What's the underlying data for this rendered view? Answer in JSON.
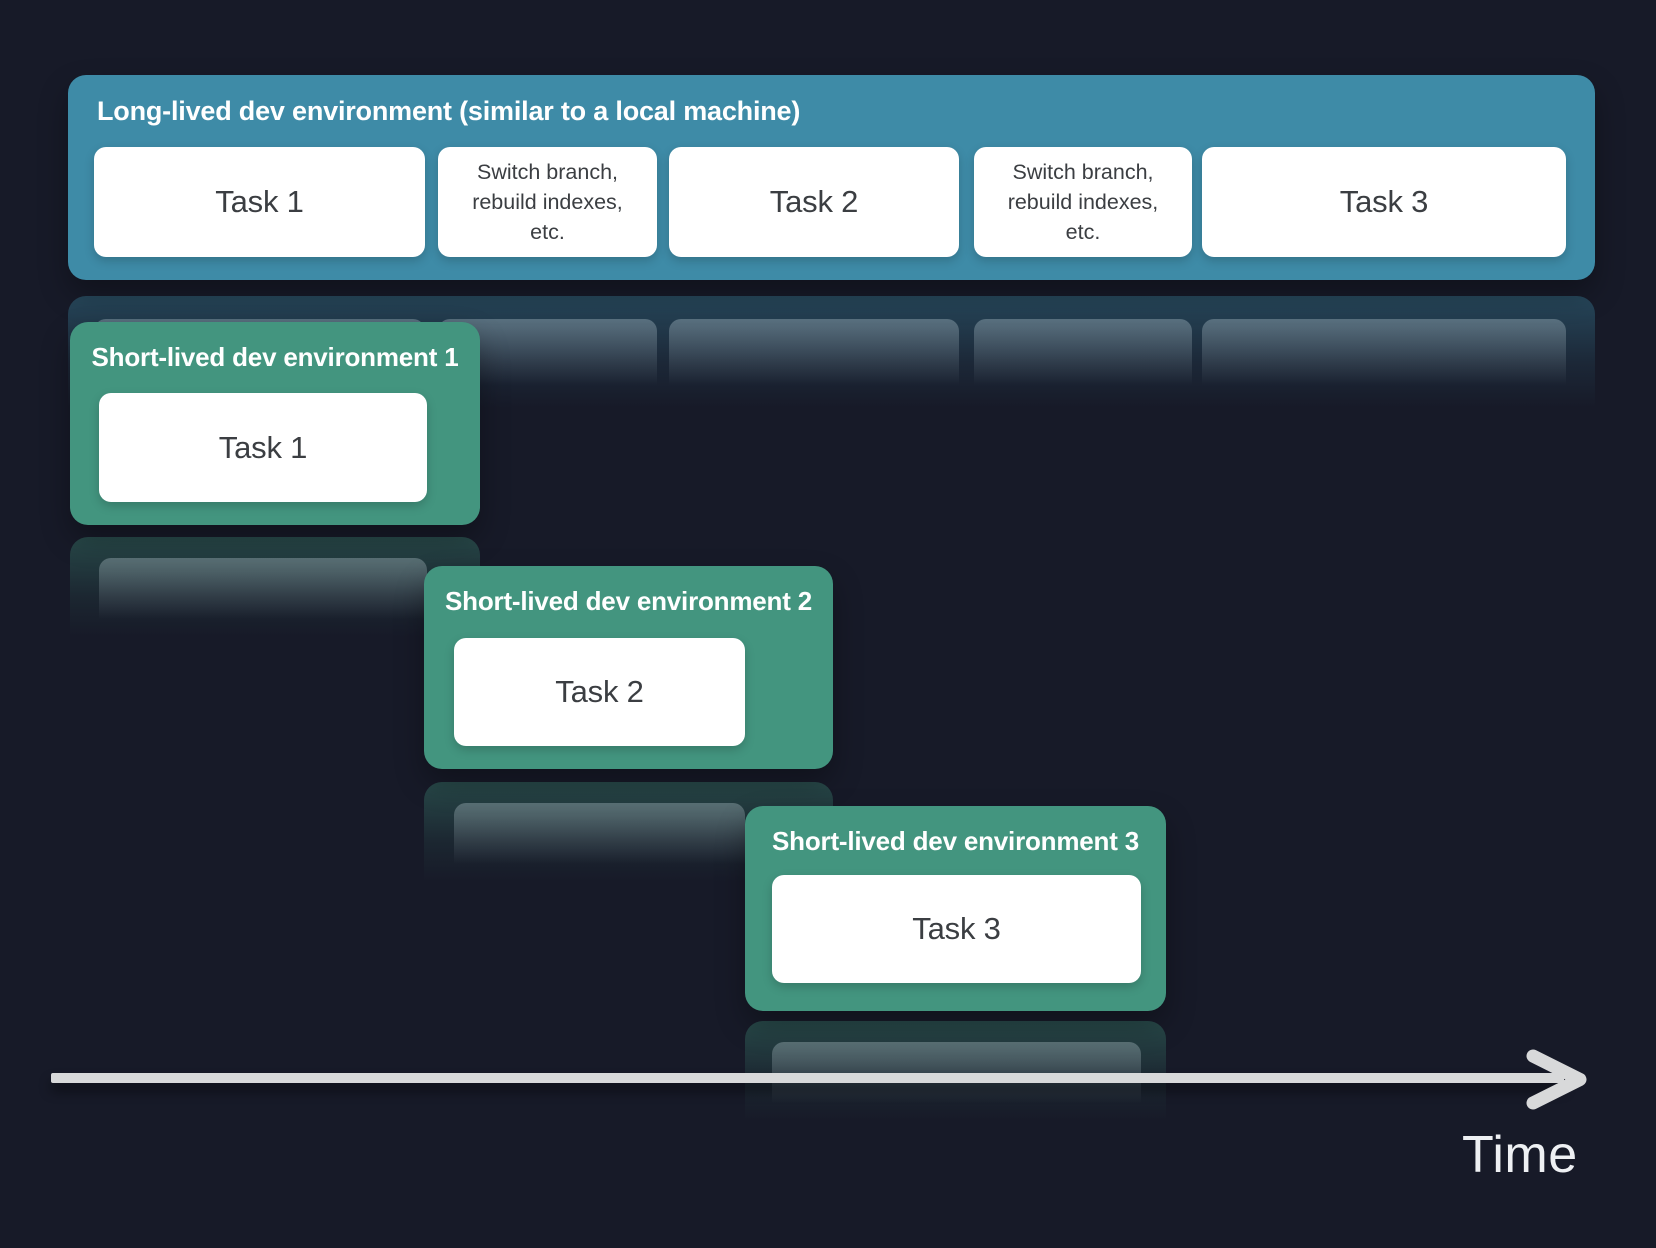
{
  "colors": {
    "background": "#171a28",
    "long_env_fill": "#3e8ba7",
    "short_env_fill": "#43957f",
    "card_fill": "#ffffff",
    "card_text": "#3b3e42",
    "title_text": "#ffffff",
    "arrow": "#d8d9da"
  },
  "long_env": {
    "title": "Long-lived dev environment (similar to a local machine)",
    "blocks": [
      {
        "label": "Task 1"
      },
      {
        "label": "Switch branch, rebuild indexes, etc."
      },
      {
        "label": "Task 2"
      },
      {
        "label": "Switch branch, rebuild indexes, etc."
      },
      {
        "label": "Task 3"
      }
    ]
  },
  "short_envs": [
    {
      "title": "Short-lived dev environment 1",
      "task": "Task 1"
    },
    {
      "title": "Short-lived dev environment 2",
      "task": "Task 2"
    },
    {
      "title": "Short-lived dev environment 3",
      "task": "Task 3"
    }
  ],
  "timeline": {
    "label": "Time"
  }
}
